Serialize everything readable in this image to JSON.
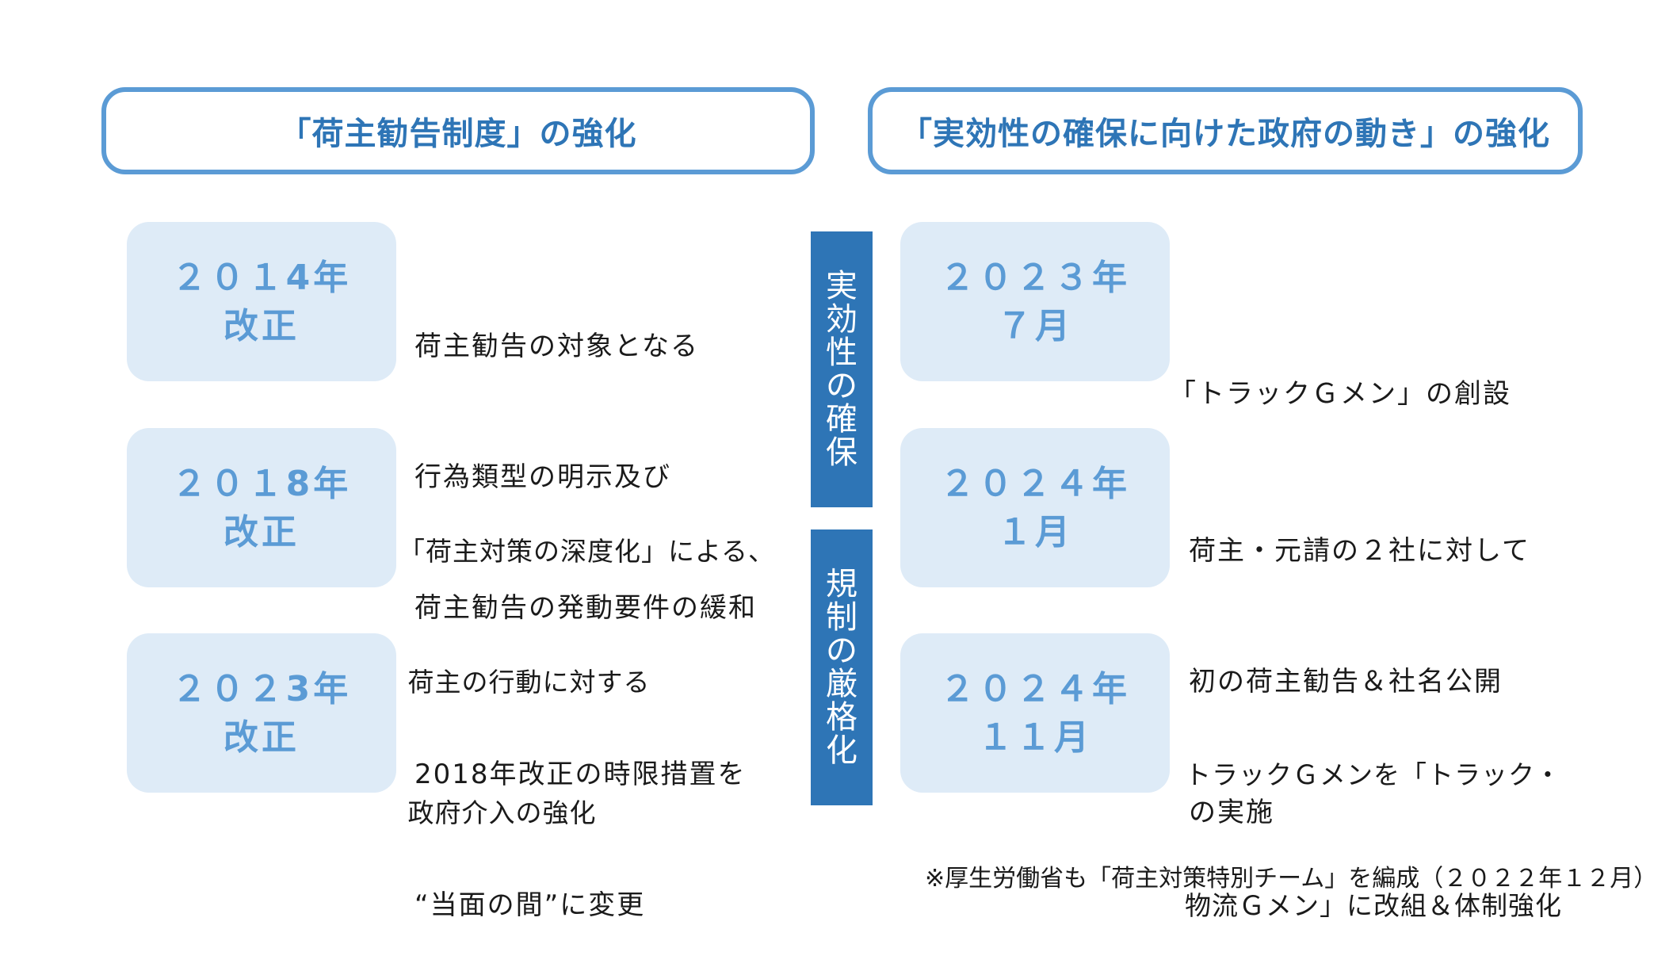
{
  "headers": {
    "left": "「荷主勧告制度」の強化",
    "right": "「実効性の確保に向けた政府の動き」の強化"
  },
  "left_items": [
    {
      "year": "２０１4年",
      "sub": "改正",
      "lines": [
        "荷主勧告の対象となる",
        "行為類型の明示及び",
        "荷主勧告の発動要件の緩和"
      ]
    },
    {
      "year": "２０１8年",
      "sub": "改正",
      "lines": [
        "「荷主対策の深度化」による、",
        " 荷主の行動に対する",
        " 政府介入の強化"
      ]
    },
    {
      "year": "２０２3年",
      "sub": "改正",
      "lines": [
        "2018年改正の時限措置を",
        "“当面の間”に変更"
      ]
    }
  ],
  "right_items": [
    {
      "year": "２０２３年",
      "sub": "７月",
      "lines": [
        "「トラックＧメン」の創設"
      ]
    },
    {
      "year": "２０２４年",
      "sub": "１月",
      "lines": [
        "荷主・元請の２社に対して",
        "初の荷主勧告＆社名公開",
        "の実施"
      ]
    },
    {
      "year": "２０２４年",
      "sub": "１１月",
      "lines": [
        "トラックＧメンを「トラック・",
        "物流Ｇメン」に改組＆体制強化"
      ]
    }
  ],
  "center_bars": {
    "top": [
      "実",
      "効",
      "性",
      "の",
      "確",
      "保"
    ],
    "bottom": [
      "規",
      "制",
      "の",
      "厳",
      "格",
      "化"
    ]
  },
  "footnote": "※厚生労働省も「荷主対策特別チーム」を編成（２０２２年１２月）"
}
